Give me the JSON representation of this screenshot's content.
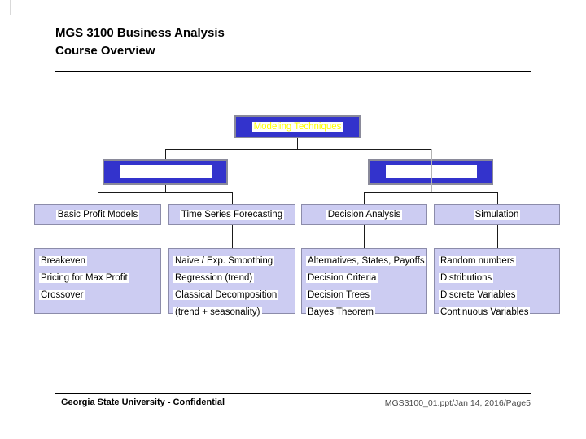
{
  "slide": {
    "title_line1": "MGS 3100 Business Analysis",
    "title_line2": "Course Overview",
    "footer_left": "Georgia State University - Confidential",
    "footer_right": "MGS3100_01.ppt/Jan 14, 2016/Page5"
  },
  "tree": {
    "root_label": "Modeling Techniques",
    "branches": [
      {
        "label": ""
      },
      {
        "label": ""
      }
    ],
    "categories": [
      {
        "label": "Basic Profit Models",
        "items": [
          "Breakeven",
          "Pricing for Max Profit",
          "Crossover"
        ]
      },
      {
        "label": "Time Series Forecasting",
        "items": [
          "Naive / Exp. Smoothing",
          "Regression (trend)",
          "Classical Decomposition",
          "(trend + seasonality)"
        ]
      },
      {
        "label": "Decision Analysis",
        "items": [
          "Alternatives, States, Payoffs",
          "Decision Criteria",
          "Decision Trees",
          "Bayes Theorem"
        ]
      },
      {
        "label": "Simulation",
        "items": [
          "Random numbers",
          "Distributions",
          "Discrete Variables",
          "Continuous Variables"
        ]
      }
    ]
  },
  "colors": {
    "node_blue": "#3333cc",
    "node_border_gray": "#8a8a9a",
    "category_fill": "#ccccf2",
    "category_border": "#8c8caa",
    "root_label_yellow": "#ffff00",
    "connector_black": "#1a1a1a",
    "connector_faint_gray": "#b4b4b4"
  }
}
